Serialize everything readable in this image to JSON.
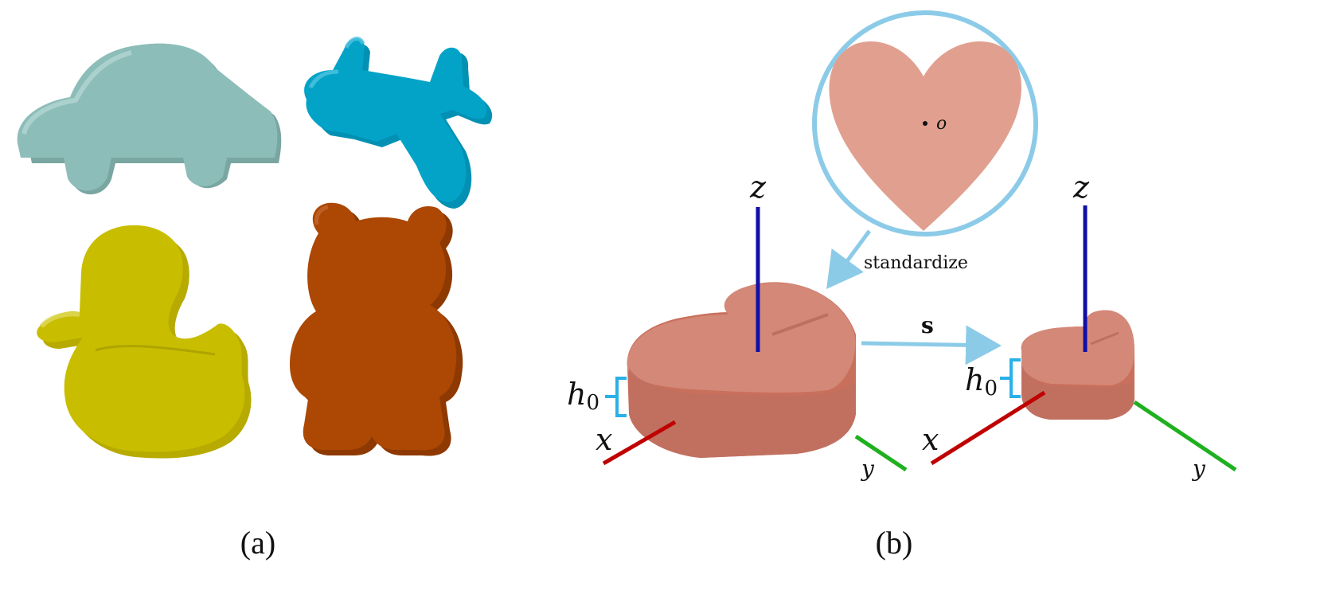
{
  "panels": {
    "a": {
      "label": "(a)"
    },
    "b": {
      "label": "(b)"
    }
  },
  "shapes": [
    {
      "name": "car",
      "color": "#8dbdb8"
    },
    {
      "name": "airplane",
      "color": "#03a3c8"
    },
    {
      "name": "duck",
      "color": "#c9bd00"
    },
    {
      "name": "teddy-bear",
      "color": "#ac4804"
    }
  ],
  "heart": {
    "color": "#d9826f",
    "top_color": "#d48877",
    "inset_color": "#e1a08f",
    "origin_label": "o"
  },
  "axes": {
    "x": {
      "label": "x",
      "color": "#c00000"
    },
    "y": {
      "label": "y",
      "color": "#1fb01f"
    },
    "z": {
      "label": "z",
      "color": "#1010a8"
    }
  },
  "annotations": {
    "standardize": "standardize",
    "scale": "s",
    "height": "h",
    "height_subscript": "0",
    "accent_color": "#8ccbe8"
  }
}
